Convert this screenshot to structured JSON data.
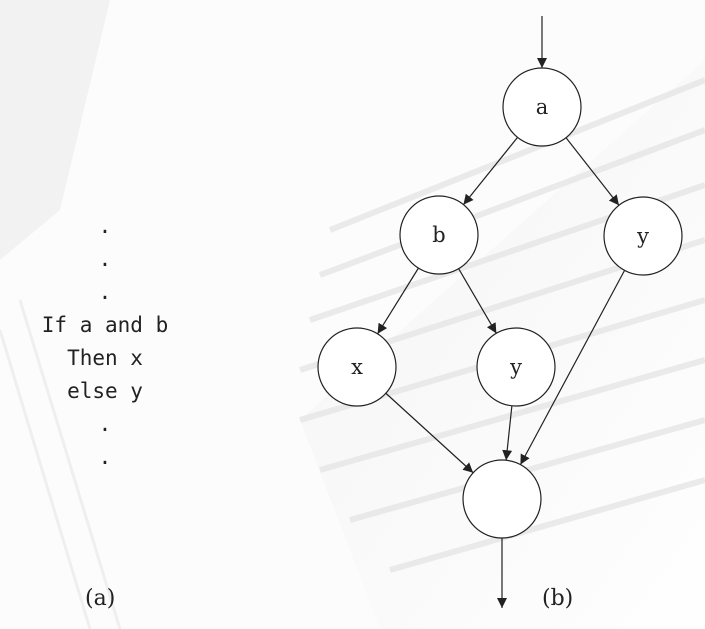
{
  "code": {
    "dots_top": [
      ".",
      ".",
      "."
    ],
    "lines": [
      "If a and b",
      "Then x",
      "else y"
    ],
    "dots_bottom": [
      ".",
      "."
    ]
  },
  "captions": {
    "a": "(a)",
    "b": "(b)"
  },
  "diagram": {
    "nodes": [
      {
        "id": "a",
        "label": "a"
      },
      {
        "id": "b",
        "label": "b"
      },
      {
        "id": "y1",
        "label": "y"
      },
      {
        "id": "x",
        "label": "x"
      },
      {
        "id": "y2",
        "label": "y"
      },
      {
        "id": "join",
        "label": ""
      }
    ],
    "edges": [
      [
        "entry",
        "a"
      ],
      [
        "a",
        "b"
      ],
      [
        "a",
        "y1"
      ],
      [
        "b",
        "x"
      ],
      [
        "b",
        "y2"
      ],
      [
        "x",
        "join"
      ],
      [
        "y2",
        "join"
      ],
      [
        "y1",
        "join"
      ],
      [
        "join",
        "exit"
      ]
    ]
  },
  "colors": {
    "stroke": "#222222",
    "node_fill": "#ffffff"
  }
}
